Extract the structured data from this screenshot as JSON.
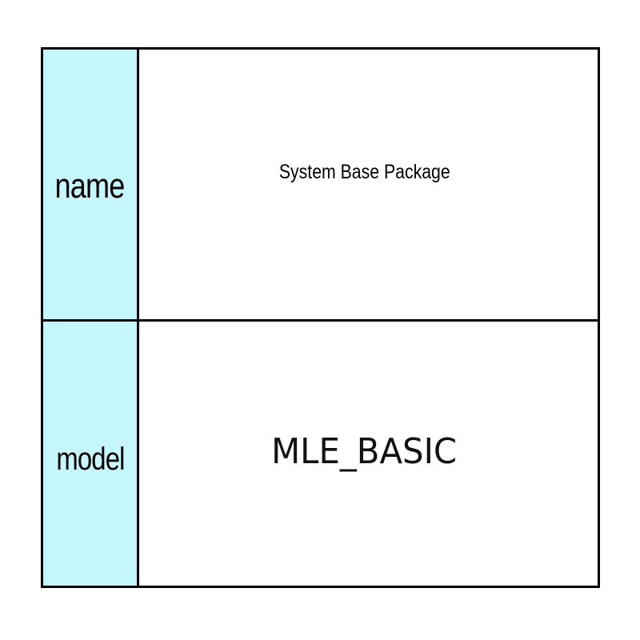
{
  "table": {
    "rows": [
      {
        "key": "name",
        "value": "System Base Package"
      },
      {
        "key": "model",
        "value": "MLE_BASIC"
      }
    ]
  },
  "colors": {
    "key_cell_background": "#c4f6fb",
    "border": "#000000"
  }
}
